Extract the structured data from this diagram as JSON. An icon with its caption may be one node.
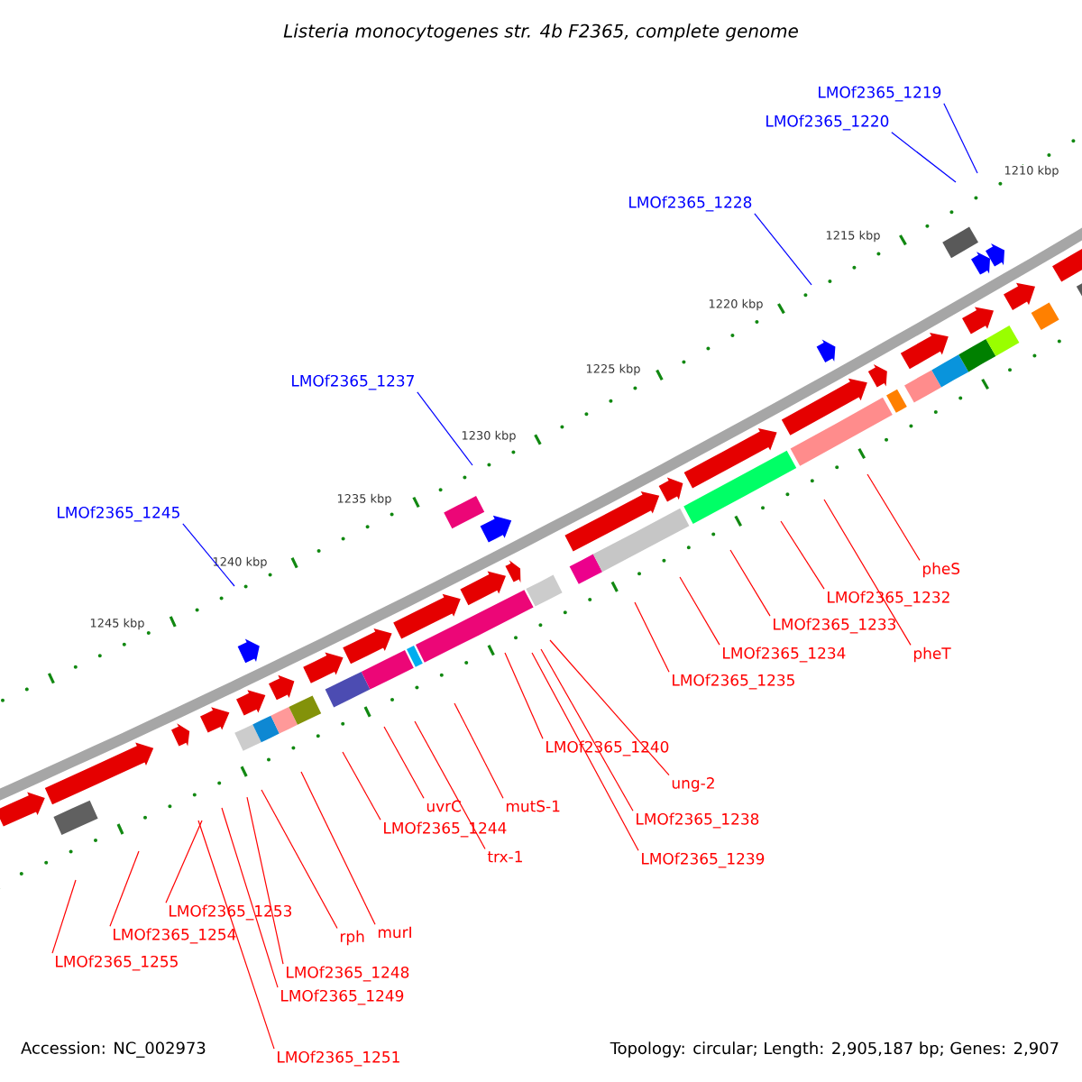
{
  "diagram": {
    "title": "Listeria monocytogenes str. 4b F2365, complete genome",
    "nodes": [
      {
        "text": [
          "LMOf2365_1219"
        ]
      },
      {
        "text": [
          "LMOf2365_1220"
        ]
      },
      {
        "text": [
          "LMOf2365_1228"
        ]
      },
      {
        "text": [
          "LMOf2365_1237"
        ]
      },
      {
        "text": [
          "LMOf2365_1245"
        ]
      },
      {
        "text": [
          "pheS"
        ]
      },
      {
        "text": [
          "LMOf2365_1232"
        ]
      },
      {
        "text": [
          "LMOf2365_1233"
        ]
      },
      {
        "text": [
          "pheT"
        ]
      },
      {
        "text": [
          "LMOf2365_1234"
        ]
      },
      {
        "text": [
          "LMOf2365_1235"
        ]
      },
      {
        "text": [
          "LMOf2365_1240"
        ]
      },
      {
        "text": [
          "ung-2"
        ]
      },
      {
        "text": [
          "uvrC"
        ]
      },
      {
        "text": [
          "mutS-1"
        ]
      },
      {
        "text": [
          "LMOf2365_1238"
        ]
      },
      {
        "text": [
          "LMOf2365_1244"
        ]
      },
      {
        "text": [
          "trx-1"
        ]
      },
      {
        "text": [
          "LMOf2365_1239"
        ]
      },
      {
        "text": [
          "LMOf2365_1253"
        ]
      },
      {
        "text": [
          "murI"
        ]
      },
      {
        "text": [
          "LMOf2365_1254"
        ]
      },
      {
        "text": [
          "rph"
        ]
      },
      {
        "text": [
          "LMOf2365_1255"
        ]
      },
      {
        "text": [
          "LMOf2365_1248"
        ]
      },
      {
        "text": [
          "LMOf2365_1249"
        ]
      },
      {
        "text": [
          "LMOf2365_1251"
        ]
      }
    ],
    "edges": [
      {
        "from": 0,
        "to": null,
        "arrow": "none",
        "color": "#0000ff"
      },
      {
        "from": 1,
        "to": null,
        "arrow": "none",
        "color": "#0000ff"
      },
      {
        "from": 2,
        "to": null,
        "arrow": "none",
        "color": "#0000ff"
      },
      {
        "from": 3,
        "to": null,
        "arrow": "none",
        "color": "#0000ff"
      },
      {
        "from": 4,
        "to": null,
        "arrow": "none",
        "color": "#0000ff"
      },
      {
        "from": 5,
        "to": null,
        "arrow": "none"
      },
      {
        "from": 6,
        "to": null,
        "arrow": "none"
      },
      {
        "from": 7,
        "to": null,
        "arrow": "none"
      },
      {
        "from": 8,
        "to": null,
        "arrow": "none"
      },
      {
        "from": 9,
        "to": null,
        "arrow": "none"
      },
      {
        "from": 10,
        "to": null,
        "arrow": "none"
      },
      {
        "from": 11,
        "to": null,
        "arrow": "none"
      },
      {
        "from": 12,
        "to": null,
        "arrow": "none"
      },
      {
        "from": 13,
        "to": null,
        "arrow": "none"
      },
      {
        "from": 14,
        "to": null,
        "arrow": "none"
      },
      {
        "from": 15,
        "to": null,
        "arrow": "none"
      },
      {
        "from": 16,
        "to": null,
        "arrow": "none"
      },
      {
        "from": 17,
        "to": null,
        "arrow": "none"
      },
      {
        "from": 18,
        "to": null,
        "arrow": "none"
      },
      {
        "from": 19,
        "to": null,
        "arrow": "none"
      },
      {
        "from": 20,
        "to": null,
        "arrow": "none"
      },
      {
        "from": 21,
        "to": null,
        "arrow": "none"
      },
      {
        "from": 22,
        "to": null,
        "arrow": "none"
      },
      {
        "from": 23,
        "to": null,
        "arrow": "none"
      },
      {
        "from": 24,
        "to": null,
        "arrow": "none"
      },
      {
        "from": 25,
        "to": null,
        "arrow": "none"
      },
      {
        "from": 26,
        "to": null,
        "arrow": "none"
      }
    ],
    "labels": [
      "1210 kbp",
      "1215 kbp",
      "1220 kbp",
      "1225 kbp",
      "1230 kbp",
      "1235 kbp",
      "1240 kbp",
      "1245 kbp",
      "Accession: NC_002973",
      "Topology: circular; Length: 2,905,187 bp; Genes: 2,907"
    ]
  }
}
